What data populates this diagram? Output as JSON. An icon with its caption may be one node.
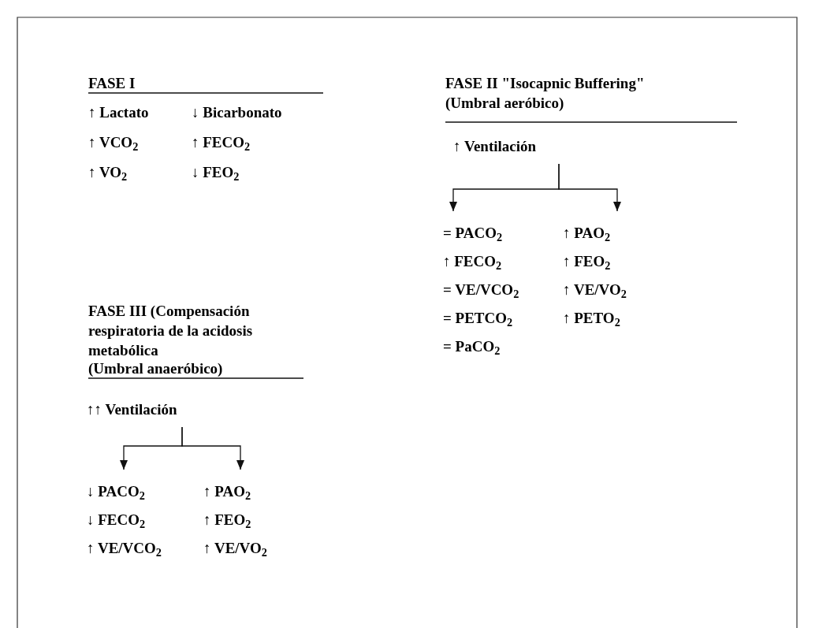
{
  "diagram": {
    "nodes": [
      {
        "text": [
          "↑ Ventilación"
        ]
      },
      {
        "text": [
          "= PACO$_{2}$",
          "↑ FECO$_{2}$",
          "= VE/VCO$_{2}$",
          "= PETCO$_{2}$",
          "= PaCO$_{2}$"
        ]
      },
      {
        "text": [
          "↑ PAO$_{2}$",
          "↑ FEO$_{2}$",
          "↑ VE/VO$_{2}$",
          "↑ PETO$_{2}$"
        ]
      },
      {
        "text": [
          "↑↑ Ventilación"
        ]
      },
      {
        "text": [
          "↓ PACO$_{2}$",
          "↓ FECO$_{2}$",
          "↑ VE/VCO$_{2}$"
        ]
      },
      {
        "text": [
          "↑ PAO$_{2}$",
          "↑ FEO$_{2}$",
          "↑ VE/VO$_{2}$"
        ]
      }
    ],
    "edges": [
      {
        "from": 0,
        "to": 1,
        "arrow": "to"
      },
      {
        "from": 0,
        "to": 2,
        "arrow": "to"
      },
      {
        "from": 3,
        "to": 4,
        "arrow": "to"
      },
      {
        "from": 3,
        "to": 5,
        "arrow": "to"
      }
    ],
    "labels": [
      "FASE I",
      "↑ Lactato",
      "↓ Bicarbonato",
      "↑ VCO$_{2}$",
      "↑ FECO$_{2}$",
      "↑ VO$_{2}$",
      "↓ FEO$_{2}$",
      "FASE II \"Isocapnic Buffering\"",
      "(Umbral aeróbico)",
      "FASE III (Compensación respiratoria de la acidosis metabólica",
      "(Umbral anaeróbico)"
    ]
  }
}
